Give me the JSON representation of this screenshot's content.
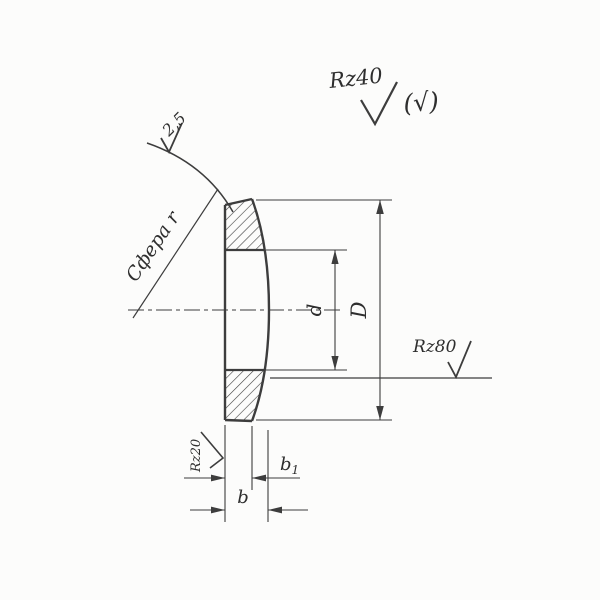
{
  "page": {
    "background": "#fcfcfb"
  },
  "colors": {
    "line": "#3d3d3d",
    "text": "#2e2e2e"
  },
  "roughness": {
    "general": "Rz40",
    "general_alt": "(√)",
    "hole_face": "Rz80",
    "bottom_face": "Rz20",
    "sphere_value": "2,5"
  },
  "labels": {
    "sphere": "Сфера r"
  },
  "dimensions": {
    "outer_diameter": "D",
    "hole_diameter": "d",
    "thickness": "b",
    "rim_thickness_base": "b",
    "rim_thickness_sub": "1"
  }
}
